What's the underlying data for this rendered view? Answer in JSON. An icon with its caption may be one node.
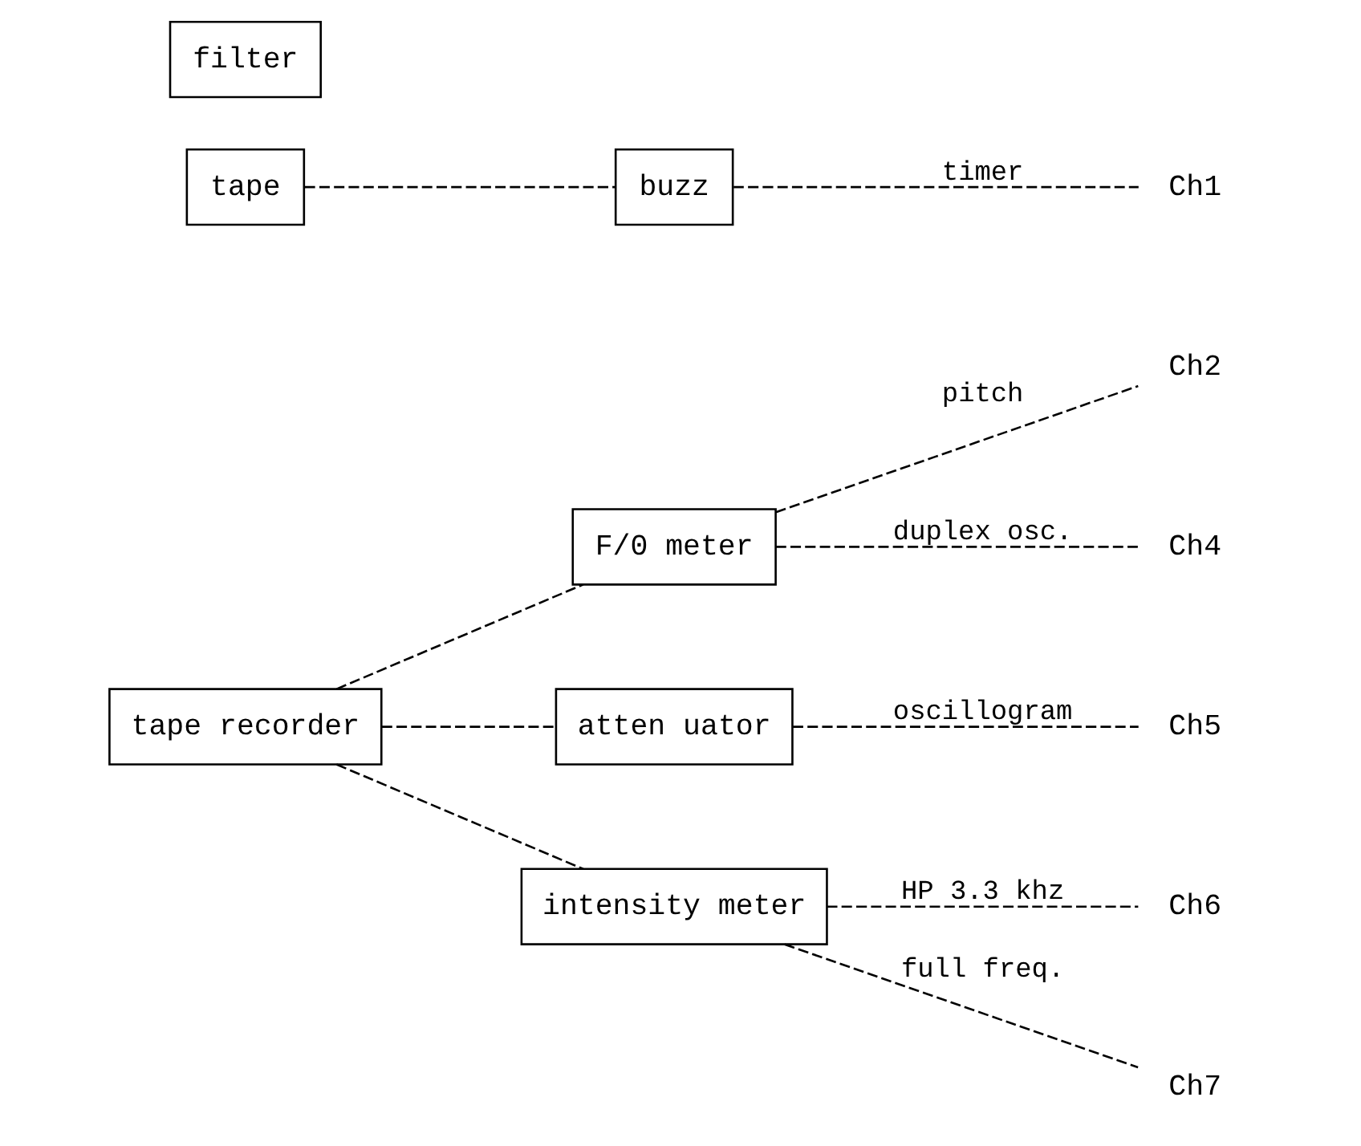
{
  "diagram": {
    "nodes": [
      {
        "text": [
          "tape recorder"
        ]
      },
      {
        "text": [
          "F/0 meter"
        ]
      },
      {
        "text": [
          "atten uator"
        ]
      },
      {
        "text": [
          "filter"
        ]
      },
      {
        "text": [
          "intensity meter"
        ]
      },
      {
        "text": [
          "tape"
        ]
      },
      {
        "text": [
          "buzz"
        ]
      },
      {
        "text": [
          "Ch1"
        ]
      },
      {
        "text": [
          "Ch2"
        ]
      },
      {
        "text": [
          "Ch4"
        ]
      },
      {
        "text": [
          "Ch5"
        ]
      },
      {
        "text": [
          "Ch6"
        ]
      },
      {
        "text": [
          "Ch7"
        ]
      }
    ],
    "edges": [
      {
        "from": 0,
        "to": 1,
        "arrow": "none",
        "style": "dashed"
      },
      {
        "from": 0,
        "to": 2,
        "arrow": "none",
        "style": "dashed"
      },
      {
        "from": 0,
        "to": 4,
        "arrow": "none",
        "style": "dashed"
      },
      {
        "from": 1,
        "to": 8,
        "arrow": "none",
        "style": "dashed",
        "label": "pitch"
      },
      {
        "from": 1,
        "to": 9,
        "arrow": "none",
        "style": "dashed",
        "label": "duplex osc."
      },
      {
        "from": 2,
        "to": 10,
        "arrow": "none",
        "style": "dashed",
        "label": "oscillogram"
      },
      {
        "from": 4,
        "to": 11,
        "arrow": "none",
        "style": "dashed",
        "label": "HP 3.3 khz"
      },
      {
        "from": 4,
        "to": 12,
        "arrow": "none",
        "style": "dashed",
        "label": "full freq."
      },
      {
        "from": 5,
        "to": 6,
        "arrow": "none",
        "style": "dashed"
      },
      {
        "from": 6,
        "to": 7,
        "arrow": "none",
        "style": "dashed",
        "label": "timer"
      }
    ]
  }
}
